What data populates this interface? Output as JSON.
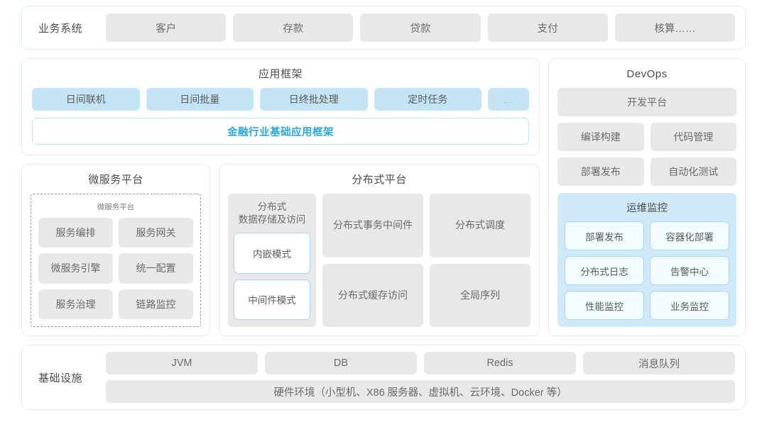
{
  "diagram": {
    "business_systems": {
      "label": "业务系统",
      "items": [
        "客户",
        "存款",
        "贷款",
        "支付",
        "核算……"
      ]
    },
    "app_framework": {
      "title": "应用框架",
      "chips": [
        "日间联机",
        "日间批量",
        "日终批处理",
        "定时任务",
        "..."
      ],
      "highlight_bar": "金融行业基础应用框架"
    },
    "microservice": {
      "title": "微服务平台",
      "inner_title": "微服务平台",
      "items": [
        "服务编排",
        "服务网关",
        "微服务引擎",
        "统一配置",
        "服务治理",
        "链路监控"
      ]
    },
    "distributed": {
      "title": "分布式平台",
      "left_card": {
        "caption": "分布式\n数据存储及访问",
        "caption_line1": "分布式",
        "caption_line2": "数据存储及访问",
        "subcards": [
          "内嵌模式",
          "中间件模式"
        ]
      },
      "cells": [
        {
          "line1": "分布式",
          "line2": "事务中间件"
        },
        {
          "line1": "分布式调度",
          "line2": ""
        },
        {
          "line1": "分布式",
          "line2": "缓存访问"
        },
        {
          "line1": "全局序列",
          "line2": ""
        }
      ]
    },
    "devops": {
      "title": "DevOps",
      "wide_item": "开发平台",
      "items": [
        "编译构建",
        "代码管理",
        "部署发布",
        "自动化测试"
      ],
      "ops": {
        "title": "运维监控",
        "items": [
          "部署发布",
          "容器化部署",
          "分布式日志",
          "告警中心",
          "性能监控",
          "业务监控"
        ]
      }
    },
    "infrastructure": {
      "label": "基础设施",
      "items": [
        "JVM",
        "DB",
        "Redis",
        "消息队列"
      ],
      "hardware": "硬件环境（小型机、X86 服务器、虚拟机、云环境、Docker 等）"
    }
  },
  "colors": {
    "panel_border": "#ddeef5",
    "gray_chip": "#e8e8e8",
    "blue_chip": "#c4e4f6",
    "ops_bg": "#cfe9f8",
    "accent_text": "#29aae1",
    "subcard_border": "#a8d8ef"
  }
}
